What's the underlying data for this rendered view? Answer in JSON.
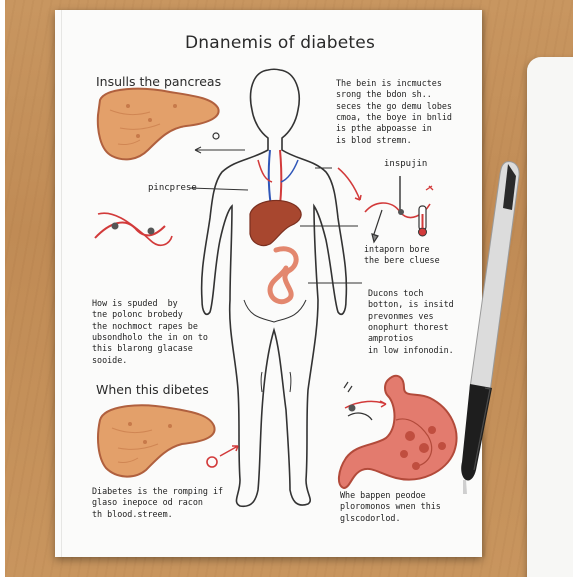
{
  "title": "Dnanemis of diabetes",
  "labels": {
    "insulls_heading": "Insulls the pancreas",
    "when_heading": "When this dibetes",
    "pincprese": "pincprese",
    "inspujin": "inspujin"
  },
  "notes": {
    "top_right": "The bein is incmuctes\nsrong the bdon sh..\nseces the go demu lobes\ncmoa, the boye in bnlid\nis pthe abpoasse in\nis blod stremn.",
    "mid_right_small": "intaporn bore\nthe bere cluese",
    "right_middle": "Ducons toch\nbotton, is insitd\nprevonmes ves\nonophurt thorest\namprotios\nin low infonodin.",
    "left_middle": "How is spuded  by\ntne polonc brobedy\nthe nochmoct rapes be\nubsondholo the in on to\nthis blarong glacase\nsooide.",
    "bottom_left": "Diabetes is the romping if\nglaso inepoce od racon\nth blood.streem.",
    "bottom_right": "Whe bappen peodoe\nploromonos wnen this\nglscodorlod."
  },
  "colors": {
    "desk": "#c28d58",
    "paper": "#fbfbfa",
    "liver": "#e0955c",
    "liver_dark": "#a24c36",
    "stomach": "#e37b6e",
    "vessel_red": "#d23a3a",
    "vessel_blue": "#2f56b8",
    "pen_body": "#d9d9d9",
    "pen_cap": "#1e1e1e"
  },
  "icons": [
    "liver-drawing",
    "human-body-outline",
    "stomach-drawing",
    "pancreas-drawing",
    "insulin-syringe-icon",
    "thermometer-icon",
    "pen-icon"
  ]
}
